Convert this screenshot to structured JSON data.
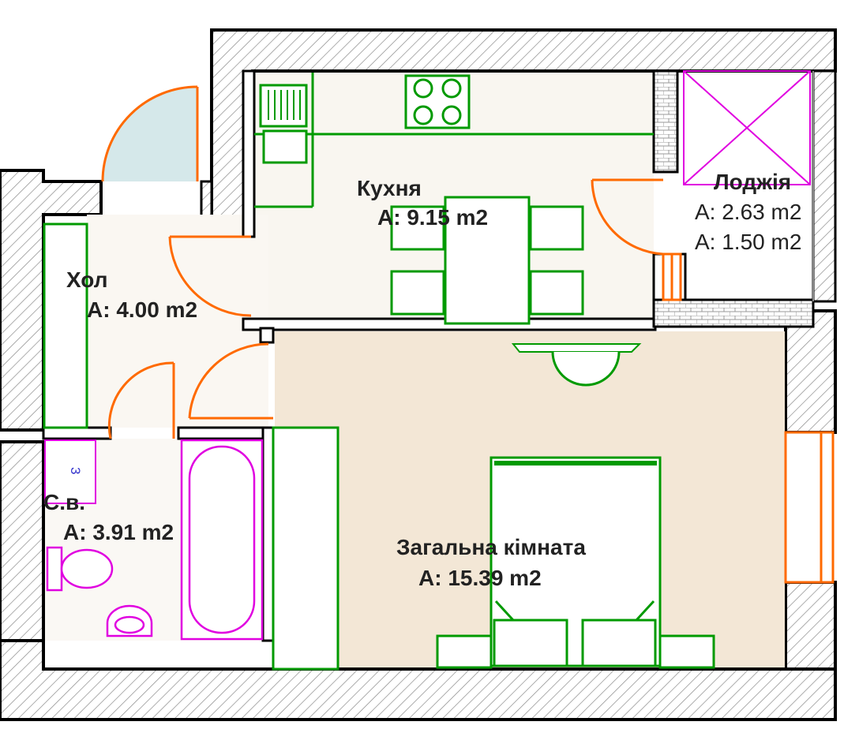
{
  "rooms": {
    "kitchen": {
      "name": "Кухня",
      "area": "A: 9.15 m2"
    },
    "hall": {
      "name": "Хол",
      "area": "A: 4.00 m2"
    },
    "bathroom": {
      "name": "С.в.",
      "area": "A: 3.91 m2"
    },
    "living": {
      "name": "Загальна кімната",
      "area": "A: 15.39 m2"
    },
    "loggia": {
      "name": "Лоджія",
      "area": "A: 2.63 m2",
      "area_reduced": "A: 1.50 m2"
    }
  },
  "marks": {
    "bathroom_fixture": "3"
  },
  "colors": {
    "wall_line": "#000000",
    "hatch": "#8a8a8a",
    "furniture": "#009a00",
    "plumbing": "#e000e0",
    "door": "#ff6a00",
    "living_floor": "#f3e7d6",
    "kitchen_floor": "#f9f6f0",
    "glass": "#d5e8ea"
  }
}
